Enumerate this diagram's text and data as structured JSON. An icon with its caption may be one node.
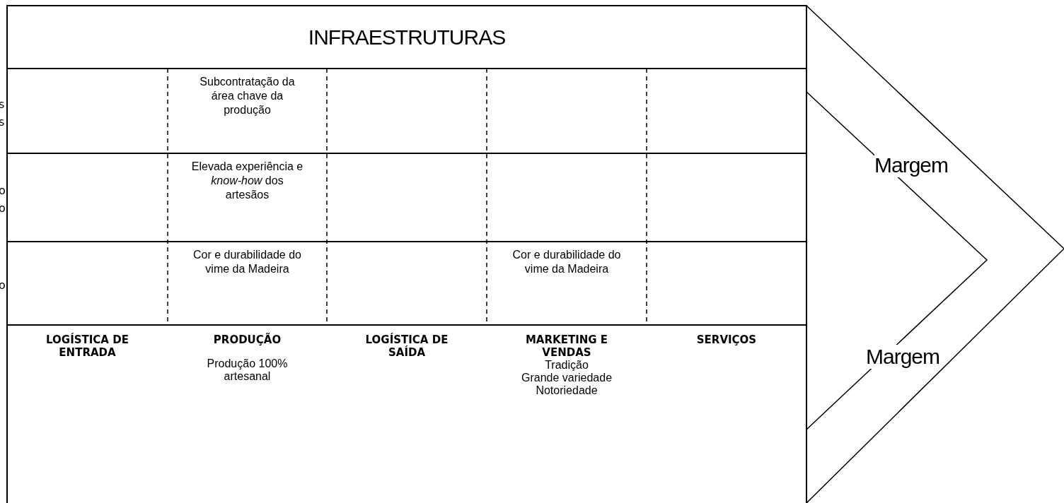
{
  "diagram": {
    "nodes": [
      {
        "text": [
          "INFRAESTRUTURAS"
        ]
      },
      {
        "text": [
          "Subcontratação da área chave da produção"
        ]
      },
      {
        "text": [
          "Elevada experiência e *know-how* dos artesãos"
        ]
      },
      {
        "text": [
          "Cor e durabilidade do vime da Madeira"
        ]
      },
      {
        "text": [
          "Cor e durabilidade do vime da Madeira"
        ]
      },
      {
        "text": [
          "LOGÍSTICA DE ENTRADA"
        ]
      },
      {
        "text": [
          "PRODUÇÃO",
          "Produção 100% artesanal"
        ]
      },
      {
        "text": [
          "LOGÍSTICA DE SAÍDA"
        ]
      },
      {
        "text": [
          "MARKETING E VENDAS",
          "Tradição",
          "Grande variedade",
          "Notoriedade"
        ]
      },
      {
        "text": [
          "SERVIÇOS"
        ]
      }
    ],
    "labels": [
      "s",
      "s",
      "o",
      "o",
      "o",
      "Margem",
      "Margem"
    ]
  }
}
